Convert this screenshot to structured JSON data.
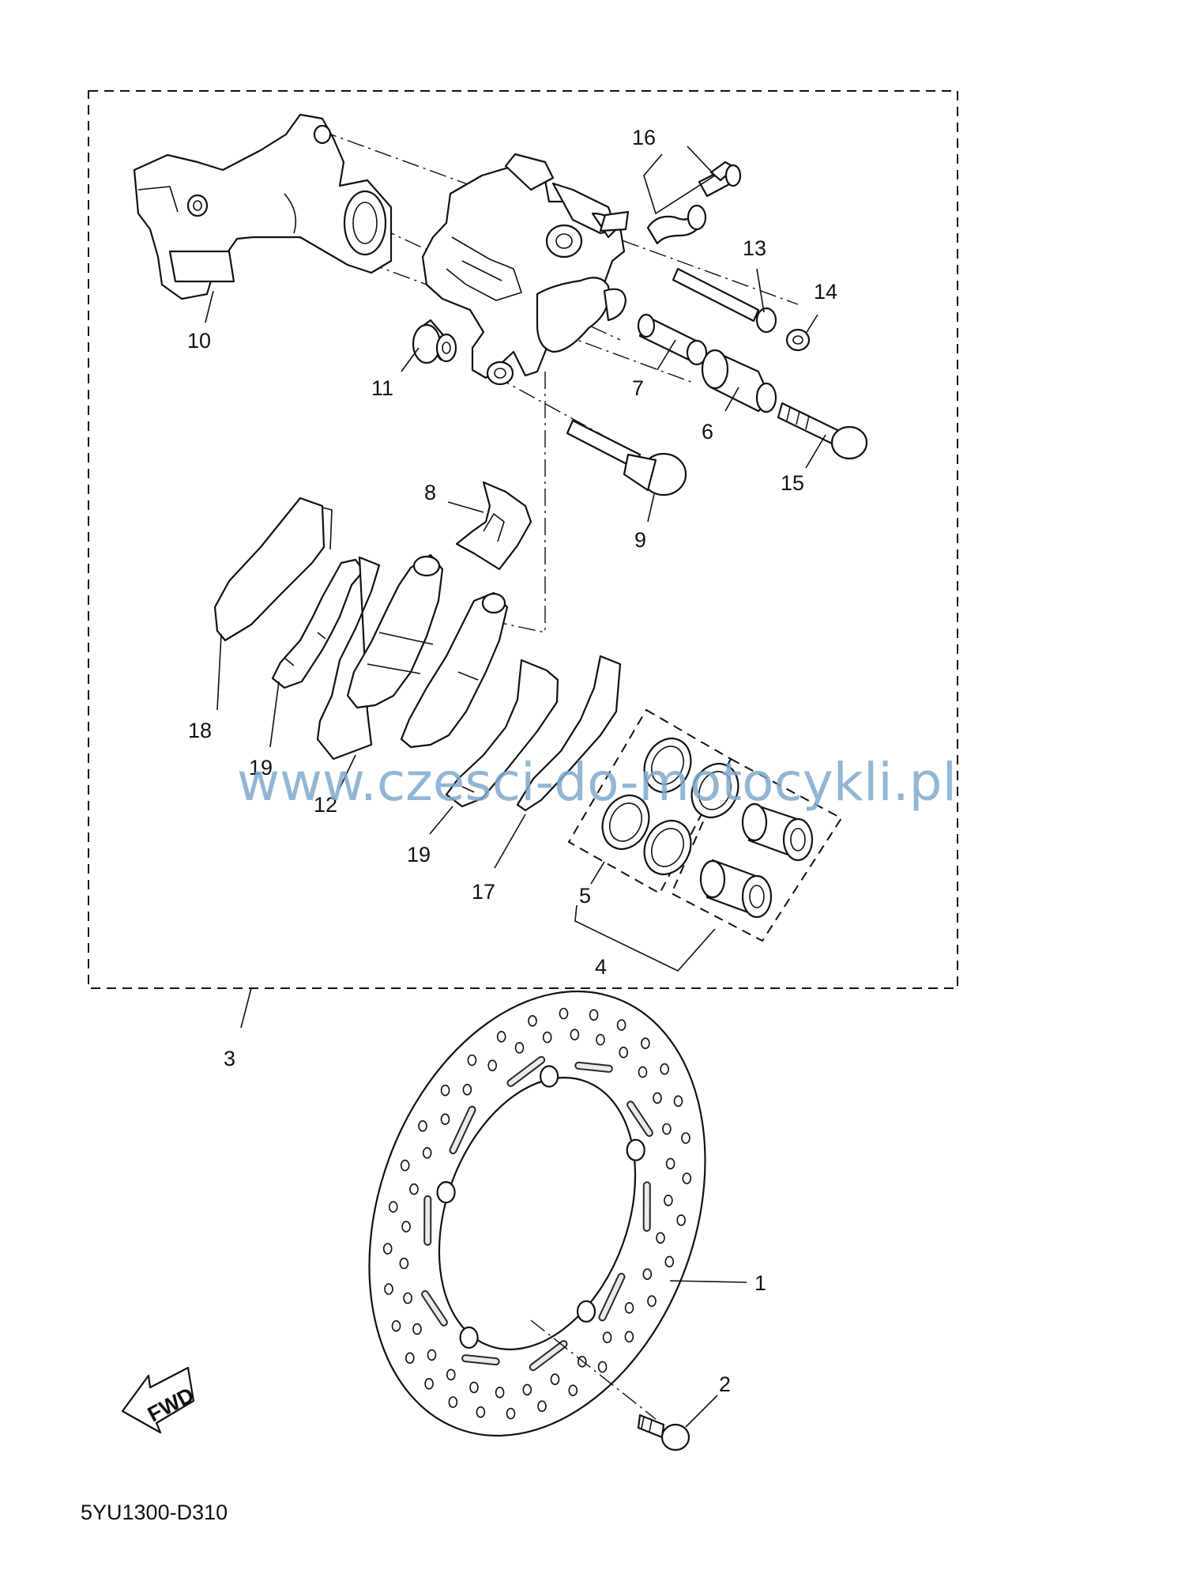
{
  "callouts": [
    {
      "id": "1",
      "label": "1"
    },
    {
      "id": "2",
      "label": "2"
    },
    {
      "id": "3",
      "label": "3"
    },
    {
      "id": "4",
      "label": "4"
    },
    {
      "id": "5",
      "label": "5"
    },
    {
      "id": "6",
      "label": "6"
    },
    {
      "id": "7",
      "label": "7"
    },
    {
      "id": "8",
      "label": "8"
    },
    {
      "id": "9",
      "label": "9"
    },
    {
      "id": "10",
      "label": "10"
    },
    {
      "id": "11",
      "label": "11"
    },
    {
      "id": "12",
      "label": "12"
    },
    {
      "id": "13",
      "label": "13"
    },
    {
      "id": "14",
      "label": "14"
    },
    {
      "id": "15",
      "label": "15"
    },
    {
      "id": "16",
      "label": "16"
    },
    {
      "id": "17",
      "label": "17"
    },
    {
      "id": "18",
      "label": "18"
    },
    {
      "id": "19a",
      "label": "19"
    },
    {
      "id": "19b",
      "label": "19"
    }
  ],
  "diagram_code": "5YU1300-D310",
  "watermark": "www.czesci-do-motocykli.pl",
  "fwd_label": "FWD"
}
